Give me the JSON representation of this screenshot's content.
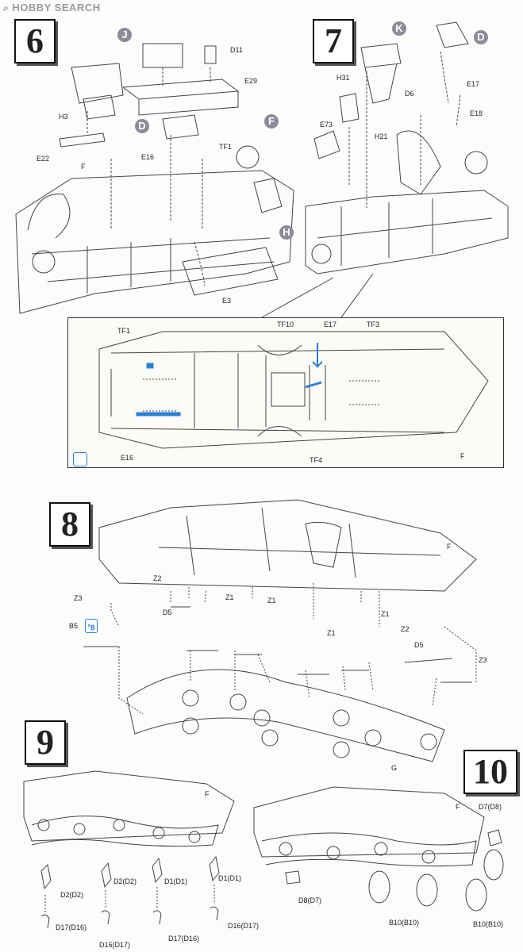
{
  "watermark": "HOBBY SEARCH",
  "steps": {
    "s6": {
      "number": "6"
    },
    "s7": {
      "number": "7"
    },
    "s8": {
      "number": "8"
    },
    "s9": {
      "number": "9"
    },
    "s10": {
      "number": "10"
    }
  },
  "callouts": {
    "s6": [
      "J",
      "D",
      "F",
      "H"
    ],
    "s7": [
      "K",
      "D"
    ]
  },
  "labels": {
    "s6": [
      "D11",
      "E29",
      "H3",
      "E16",
      "TF1",
      "E22",
      "F",
      "E3"
    ],
    "s7": [
      "H31",
      "E73",
      "D6",
      "E17",
      "E18",
      "H21"
    ],
    "detail": [
      "TF1",
      "TF10",
      "E17",
      "TF3",
      "E16",
      "TF4",
      "F"
    ],
    "s8": [
      "F",
      "Z2",
      "Z3",
      "D5",
      "Z1",
      "Z1",
      "Z1",
      "Z1",
      "Z2",
      "D5",
      "Z3",
      "B5",
      "G"
    ],
    "s9": [
      "F",
      "D2(D2)",
      "D2(D2)",
      "D1(D1)",
      "D1(D1)",
      "D17(D16)",
      "D16(D17)",
      "D17(D16)",
      "D16(D17)"
    ],
    "s10": [
      "F",
      "D7(D8)",
      "D8(D7)",
      "B10(B10)",
      "B10(B10)"
    ]
  },
  "b5_multiplier": "8",
  "colors": {
    "callout": "#8f8a99",
    "accent": "#2b7fd6",
    "ink": "#222222"
  }
}
